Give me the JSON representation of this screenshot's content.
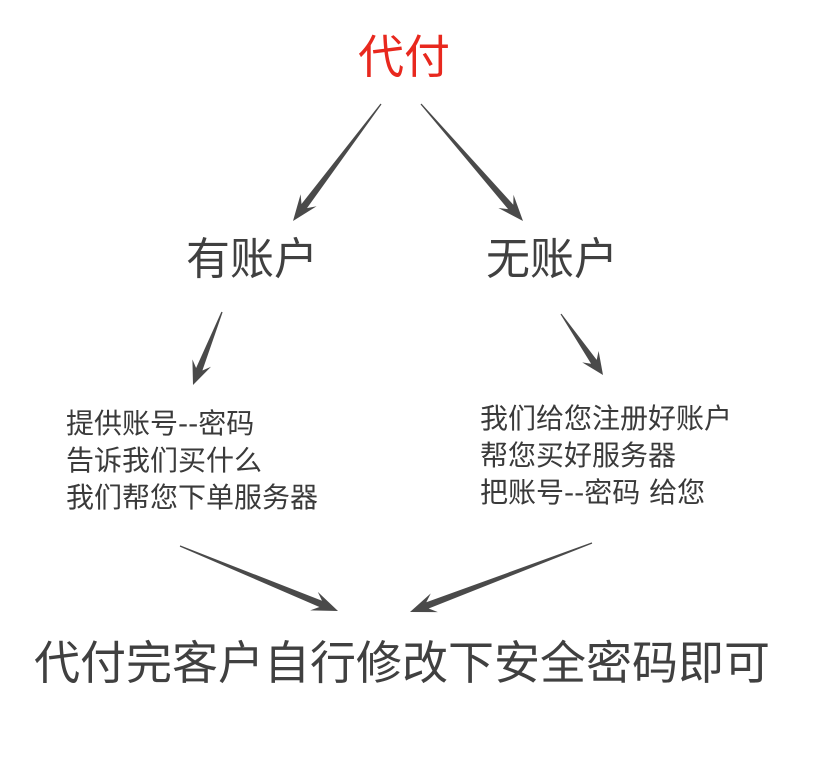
{
  "colors": {
    "root_title": "#e8281e",
    "text": "#404040",
    "arrow": "#4a4a4a"
  },
  "root": {
    "title": "代付"
  },
  "branches": [
    {
      "title": "有账户",
      "steps": [
        "提供账号--密码",
        "告诉我们买什么",
        "我们帮您下单服务器"
      ]
    },
    {
      "title": "无账户",
      "steps": [
        "我们给您注册好账户",
        "帮您买好服务器",
        "把账号--密码 给您"
      ]
    }
  ],
  "conclusion": "代付完客户自行修改下安全密码即可"
}
